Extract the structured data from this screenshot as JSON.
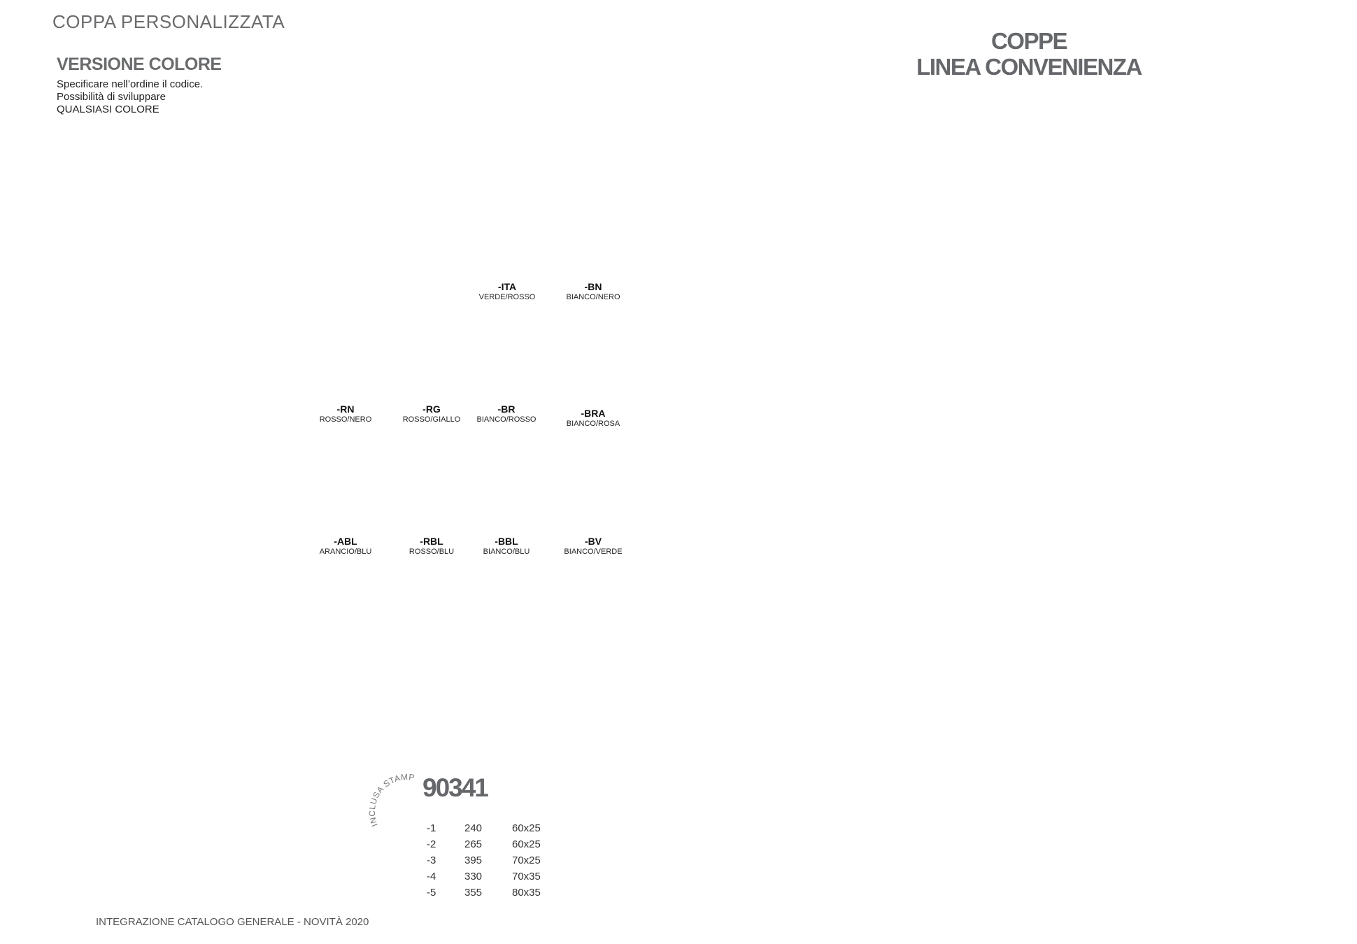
{
  "header": {
    "title": "COPPA PERSONALIZZATA",
    "right_title_line1": "COPPE",
    "right_title_line2": "LINEA CONVENIENZA"
  },
  "section": {
    "heading": "VERSIONE COLORE",
    "lines": [
      "Specificare nell’ordine il codice.",
      "Possibilità di sviluppare",
      "QUALSIASI COLORE"
    ]
  },
  "colors": [
    {
      "code": "-ITA",
      "desc": "VERDE/ROSSO"
    },
    {
      "code": "-BN",
      "desc": "BIANCO/NERO"
    },
    {
      "code": "-RN",
      "desc": "ROSSO/NERO"
    },
    {
      "code": "-RG",
      "desc": "ROSSO/GIALLO"
    },
    {
      "code": "-BR",
      "desc": "BIANCO/ROSSO"
    },
    {
      "code": "-BRA",
      "desc": "BIANCO/ROSA"
    },
    {
      "code": "-ABL",
      "desc": "ARANCIO/BLU"
    },
    {
      "code": "-RBL",
      "desc": "ROSSO/BLU"
    },
    {
      "code": "-BBL",
      "desc": "BIANCO/BLU"
    },
    {
      "code": "-BV",
      "desc": "BIANCO/VERDE"
    }
  ],
  "product": {
    "badge": "INCLUSA STAMPA HD",
    "code": "90341",
    "rows": [
      [
        "-1",
        "240",
        "60x25"
      ],
      [
        "-2",
        "265",
        "60x25"
      ],
      [
        "-3",
        "395",
        "70x25"
      ],
      [
        "-4",
        "330",
        "70x35"
      ],
      [
        "-5",
        "355",
        "80x35"
      ]
    ]
  },
  "footer": {
    "text": "INTEGRAZIONE CATALOGO GENERALE - NOVITÀ 2020"
  }
}
